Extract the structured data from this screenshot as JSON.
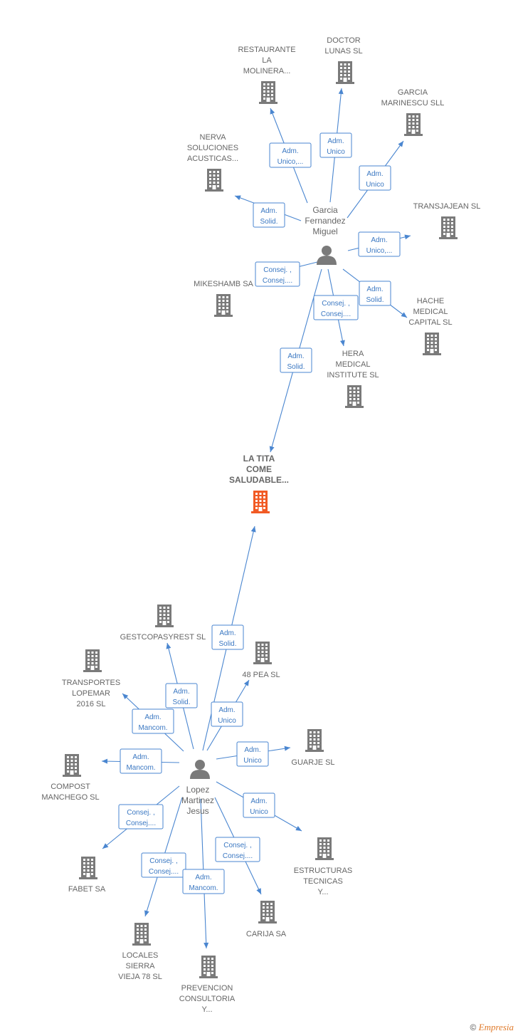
{
  "colors": {
    "edge": "#4a86d0",
    "building": "#7a7a7a",
    "focus": "#f15a24",
    "person": "#7a7a7a",
    "text": "#666666"
  },
  "focus": {
    "id": "tita",
    "lines": [
      "LA TITA",
      "COME",
      "SALUDABLE..."
    ]
  },
  "persons": [
    {
      "id": "garcia",
      "lines": [
        "Garcia",
        "Fernandez",
        "Miguel"
      ]
    },
    {
      "id": "lopez",
      "lines": [
        "Lopez",
        "Martinez",
        "Jesus"
      ]
    }
  ],
  "companies": [
    {
      "id": "restaurante",
      "lines": [
        "RESTAURANTE",
        "LA",
        "MOLINERA..."
      ]
    },
    {
      "id": "doctor",
      "lines": [
        "DOCTOR",
        "LUNAS SL"
      ]
    },
    {
      "id": "garciam",
      "lines": [
        "GARCIA",
        "MARINESCU SLL"
      ]
    },
    {
      "id": "nerva",
      "lines": [
        "NERVA",
        "SOLUCIONES",
        "ACUSTICAS..."
      ]
    },
    {
      "id": "transjajean",
      "lines": [
        "TRANSJAJEAN SL"
      ]
    },
    {
      "id": "mikeshamb",
      "lines": [
        "MIKESHAMB SA"
      ]
    },
    {
      "id": "hache",
      "lines": [
        "HACHE",
        "MEDICAL",
        "CAPITAL  SL"
      ]
    },
    {
      "id": "hera",
      "lines": [
        "HERA",
        "MEDICAL",
        "INSTITUTE  SL"
      ]
    },
    {
      "id": "gestcopa",
      "lines": [
        "GESTCOPASYREST SL"
      ]
    },
    {
      "id": "pea48",
      "lines": [
        "48 PEA SL"
      ]
    },
    {
      "id": "transportes",
      "lines": [
        "TRANSPORTES",
        "LOPEMAR",
        "2016  SL"
      ]
    },
    {
      "id": "compost",
      "lines": [
        "COMPOST",
        "MANCHEGO SL"
      ]
    },
    {
      "id": "guarje",
      "lines": [
        "GUARJE  SL"
      ]
    },
    {
      "id": "estructuras",
      "lines": [
        "ESTRUCTURAS",
        "TECNICAS",
        "Y..."
      ]
    },
    {
      "id": "fabet",
      "lines": [
        "FABET SA"
      ]
    },
    {
      "id": "carija",
      "lines": [
        "CARIJA SA"
      ]
    },
    {
      "id": "locales",
      "lines": [
        "LOCALES",
        "SIERRA",
        "VIEJA 78 SL"
      ]
    },
    {
      "id": "prevencion",
      "lines": [
        "PREVENCION",
        "CONSULTORIA",
        "Y..."
      ]
    }
  ],
  "edges": [
    {
      "id": "e-garcia-restaurante",
      "lines": [
        "Adm.",
        "Unico,..."
      ]
    },
    {
      "id": "e-garcia-doctor",
      "lines": [
        "Adm.",
        "Unico"
      ]
    },
    {
      "id": "e-garcia-garciam",
      "lines": [
        "Adm.",
        "Unico"
      ]
    },
    {
      "id": "e-garcia-nerva",
      "lines": [
        "Adm.",
        "Solid."
      ]
    },
    {
      "id": "e-garcia-transjajean",
      "lines": [
        "Adm.",
        "Unico,..."
      ]
    },
    {
      "id": "e-garcia-mikeshamb",
      "lines": [
        "Consej. ,",
        "Consej...."
      ]
    },
    {
      "id": "e-garcia-hache",
      "lines": [
        "Adm.",
        "Solid."
      ]
    },
    {
      "id": "e-garcia-hera",
      "lines": [
        "Consej. ,",
        "Consej...."
      ]
    },
    {
      "id": "e-garcia-tita",
      "lines": [
        "Adm.",
        "Solid."
      ]
    },
    {
      "id": "e-lopez-tita",
      "lines": [
        "Adm.",
        "Solid."
      ]
    },
    {
      "id": "e-lopez-gestcopa",
      "lines": [
        "Adm.",
        "Solid."
      ]
    },
    {
      "id": "e-lopez-pea48",
      "lines": [
        "Adm.",
        "Unico"
      ]
    },
    {
      "id": "e-lopez-transportes",
      "lines": [
        "Adm.",
        "Mancom."
      ]
    },
    {
      "id": "e-lopez-compost",
      "lines": [
        "Adm.",
        "Mancom."
      ]
    },
    {
      "id": "e-lopez-guarje",
      "lines": [
        "Adm.",
        "Unico"
      ]
    },
    {
      "id": "e-lopez-estructuras",
      "lines": [
        "Adm.",
        "Unico"
      ]
    },
    {
      "id": "e-lopez-fabet",
      "lines": [
        "Consej. ,",
        "Consej...."
      ]
    },
    {
      "id": "e-lopez-carija",
      "lines": [
        "Consej. ,",
        "Consej...."
      ]
    },
    {
      "id": "e-lopez-locales",
      "lines": [
        "Consej. ,",
        "Consej...."
      ]
    },
    {
      "id": "e-lopez-prevencion",
      "lines": [
        "Adm.",
        "Mancom."
      ]
    }
  ],
  "footer": {
    "copyright": "©",
    "brand": "Empresia"
  }
}
